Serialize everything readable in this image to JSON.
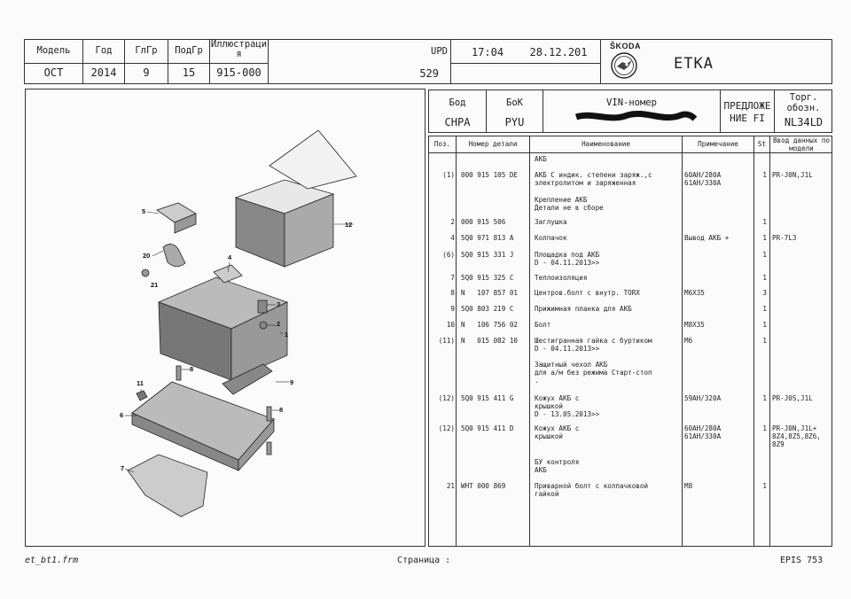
{
  "header": {
    "model_label": "Модель",
    "model_value": "OCT",
    "year_label": "Год",
    "year_value": "2014",
    "main_group_label": "ГлГр",
    "main_group_value": "9",
    "sub_group_label": "ПодГр",
    "sub_group_value": "15",
    "illustration_label": "Иллюстраци я",
    "illustration_value": "915-000",
    "upd_label": "UPD",
    "upd_value": "529",
    "time": "17:04",
    "date": "28.12.201",
    "brand": "ŠKODA",
    "app_title": "ETKA"
  },
  "subheader": {
    "engine_label": "Бод",
    "engine_value": "CHPA",
    "gearbox_label": "БоК",
    "gearbox_value": "PYU",
    "vin_label": "VIN-номер",
    "offer_label": "ПРЕДЛОЖЕ НИЕ FI",
    "trade_label": "Торг. обозн.",
    "trade_value": "NL34LD"
  },
  "table": {
    "columns": [
      "Поз.",
      "Номер детали",
      "Наименование",
      "Примечание",
      "St",
      "Ввод данных по модели"
    ],
    "rows": [
      {
        "pos": "",
        "part": "",
        "name": "АКБ",
        "note": "",
        "st": "",
        "model": ""
      },
      {
        "pos": "(1)",
        "part": "000 915 105 DE",
        "name": "АКБ С индик. степени заряж.,с\nэлектролитом и заряженная",
        "note": "60AH/280A\n61AH/330A",
        "st": "1",
        "model": "PR-J0N,J1L"
      },
      {
        "pos": "",
        "part": "",
        "name": "Крепление АКБ\nДетали не в сборе",
        "note": "",
        "st": "",
        "model": ""
      },
      {
        "pos": "2",
        "part": "000 915 506",
        "name": "Заглушка",
        "note": "",
        "st": "1",
        "model": ""
      },
      {
        "pos": "4",
        "part": "5Q0 971 813 A",
        "name": "Колпачок",
        "note": "Вывод АКБ +",
        "st": "1",
        "model": "PR-7L3"
      },
      {
        "pos": "(6)",
        "part": "5Q0 915 331 J",
        "name": "Площадка под АКБ\nD - 04.11.2013>>",
        "note": "",
        "st": "1",
        "model": ""
      },
      {
        "pos": "7",
        "part": "5Q0 915 325 C",
        "name": "Теплоизоляция",
        "note": "",
        "st": "1",
        "model": ""
      },
      {
        "pos": "8",
        "part": "N   107 857 01",
        "name": "Центров.болт с внутр. TORX",
        "note": "M6X35",
        "st": "3",
        "model": ""
      },
      {
        "pos": "9",
        "part": "5Q0 803 219 C",
        "name": "Прижимная планка для АКБ",
        "note": "",
        "st": "1",
        "model": ""
      },
      {
        "pos": "10",
        "part": "N   106 756 02",
        "name": "Болт",
        "note": "M8X35",
        "st": "1",
        "model": ""
      },
      {
        "pos": "(11)",
        "part": "N   015 082 10",
        "name": "Шестигранная гайка с буртиком\nD - 04.11.2013>>",
        "note": "M6",
        "st": "1",
        "model": ""
      },
      {
        "pos": "",
        "part": "",
        "name": "Защитный чехол АКБ\nдля а/м без режима Старт-стоп\n.",
        "note": "",
        "st": "",
        "model": ""
      },
      {
        "pos": "(12)",
        "part": "5Q0 915 411 G",
        "name": "Кожух АКБ с\nкрышкой\nD - 13.05.2013>>",
        "note": "59AH/320A",
        "st": "1",
        "model": "PR-J0S,J1L"
      },
      {
        "pos": "(12)",
        "part": "5Q0 915 411 D",
        "name": "Кожух АКБ с\nкрышкой",
        "note": "60AH/280A\n61AH/330A",
        "st": "1",
        "model": "PR-J0N,J1L+\n8Z4,8Z5,8Z6,\n8Z9"
      },
      {
        "pos": "",
        "part": "",
        "name": "БУ контроля\nАКБ",
        "note": "",
        "st": "",
        "model": ""
      },
      {
        "pos": "21",
        "part": "WHT 000 869",
        "name": "Приварной болт с колпачковой\nгайкой",
        "note": "M8",
        "st": "1",
        "model": ""
      }
    ]
  },
  "illustration": {
    "callouts": [
      "5",
      "20",
      "21",
      "4",
      "12",
      "3",
      "2",
      "1",
      "11",
      "8",
      "9",
      "6",
      "8",
      "7"
    ]
  },
  "footer": {
    "form_name": "et_bt1.frm",
    "page_label": "Страница :",
    "system": "EPIS 753"
  }
}
